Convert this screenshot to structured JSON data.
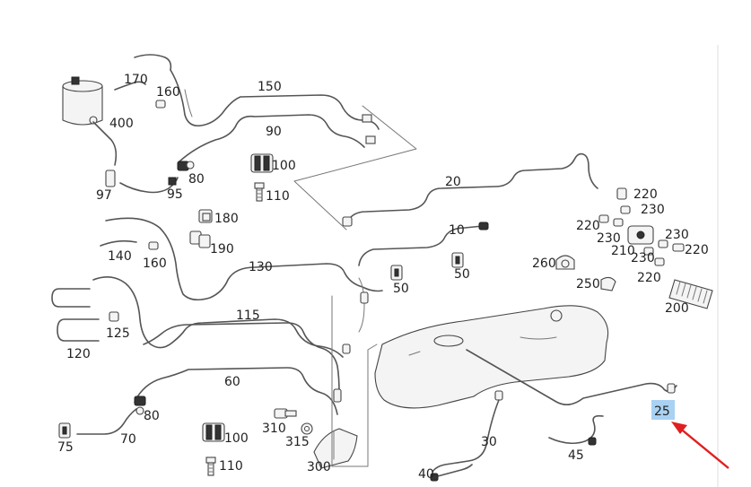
{
  "diagram": {
    "labels": {
      "p10": "10",
      "p20": "20",
      "p25": "25",
      "p30": "30",
      "p40": "40",
      "p45": "45",
      "p50a": "50",
      "p50b": "50",
      "p60": "60",
      "p70": "70",
      "p75": "75",
      "p80a": "80",
      "p80b": "80",
      "p90": "90",
      "p95": "95",
      "p97": "97",
      "p100a": "100",
      "p100b": "100",
      "p110a": "110",
      "p110b": "110",
      "p115": "115",
      "p120": "120",
      "p125": "125",
      "p130": "130",
      "p140": "140",
      "p150": "150",
      "p160a": "160",
      "p160b": "160",
      "p170": "170",
      "p180": "180",
      "p190": "190",
      "p200": "200",
      "p210": "210",
      "p220a": "220",
      "p220b": "220",
      "p220c": "220",
      "p220d": "220",
      "p230a": "230",
      "p230b": "230",
      "p230c": "230",
      "p230d": "230",
      "p250": "250",
      "p260": "260",
      "p300": "300",
      "p310": "310",
      "p315": "315",
      "p400": "400"
    },
    "highlighted_part": "25",
    "colors": {
      "highlight": "#a9d1f2",
      "arrow": "#e02020",
      "line": "#555555"
    }
  }
}
